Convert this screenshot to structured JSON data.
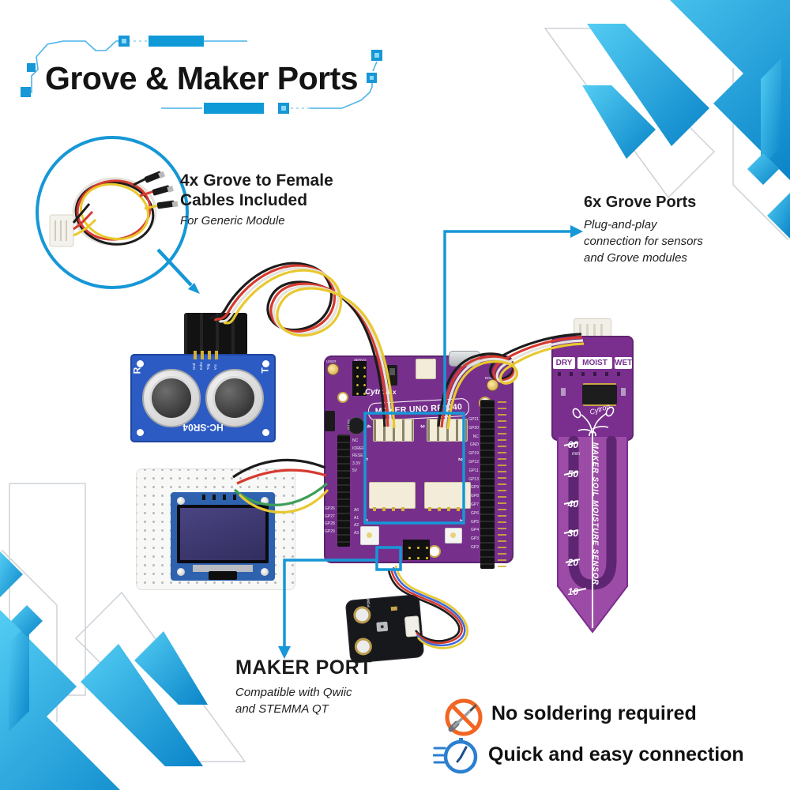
{
  "title": "Grove & Maker Ports",
  "colors": {
    "accent_blue": "#1697d6",
    "trace_blue": "#49b4e8",
    "corner_gradient_from": "#53cdf3",
    "corner_gradient_to": "#0a84c8",
    "orange": "#f26522",
    "clock_blue": "#2b7fd0",
    "board_purple": "#76308c",
    "probe_purple": "#9c4ba6",
    "ultrasonic_pcb_blue": "#2d5bc4",
    "title_black": "#141414"
  },
  "inset": {
    "heading_line1": "4x Grove to Female",
    "heading_line2": "Cables Included",
    "subtext": "For Generic Module"
  },
  "grove_callout": {
    "heading": "6x Grove Ports",
    "sub_line1": "Plug-and-play",
    "sub_line2": "connection for sensors",
    "sub_line3": "and Grove modules"
  },
  "maker_callout": {
    "heading": "MAKER PORT",
    "sub_line1": "Compatible with Qwiic",
    "sub_line2": "and STEMMA QT"
  },
  "features": {
    "no_solder": "No soldering required",
    "quick": "Quick and easy connection"
  },
  "board": {
    "brand": "Cytron",
    "collab_mark": "x",
    "model": "MAKER UNO RP2040",
    "user_button": "USER",
    "boot_button": "BOOT",
    "top_labels": [
      "SERVO",
      "LIPO/LI-ION"
    ],
    "cap_label": "220 16V",
    "grove_numbers": [
      "4",
      "3",
      "5",
      "2",
      "6",
      "1"
    ],
    "right_pins": [
      "GP21",
      "GP20",
      "NC",
      "GND",
      "GP19",
      "GP12",
      "GP11",
      "GP13",
      "GP9",
      "GP8",
      "GP7",
      "GP6",
      "GP5",
      "GP4",
      "GP3",
      "GP2"
    ],
    "left_pins": [
      "NC",
      "IOREF",
      "RESET",
      "3.3V",
      "5V"
    ],
    "left_gpio": [
      "GP26",
      "GP27",
      "GP28",
      "GP29"
    ],
    "analog_pins": [
      "A0",
      "A1",
      "A2",
      "A3"
    ]
  },
  "ultrasonic": {
    "label": "HC-SR04",
    "left_mark": "R",
    "right_mark": "T",
    "pins": [
      "Gnd",
      "Echo",
      "Trig",
      "Vcc"
    ]
  },
  "soil": {
    "levels": [
      "DRY",
      "MOIST",
      "WET"
    ],
    "vertical_label": "MAKER SOIL MOISTURE SENSOR",
    "brand": "Cytron",
    "scale": [
      "60",
      "50",
      "40",
      "30",
      "20",
      "10"
    ],
    "scale_unit": "mm"
  },
  "mic": {
    "label": "PDM Mic"
  }
}
